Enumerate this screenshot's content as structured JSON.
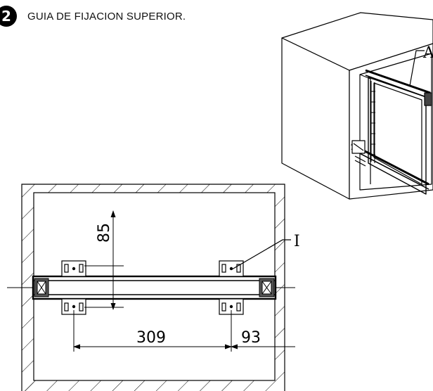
{
  "header": {
    "step_number": "2",
    "title": "GUIA DE FIJACION SUPERIOR."
  },
  "diagram": {
    "labels": {
      "detail_callout": "A",
      "part_label": "I"
    },
    "dimensions": {
      "vertical_spacing": "85",
      "hole_spacing": "309",
      "edge_offset": "93"
    }
  }
}
